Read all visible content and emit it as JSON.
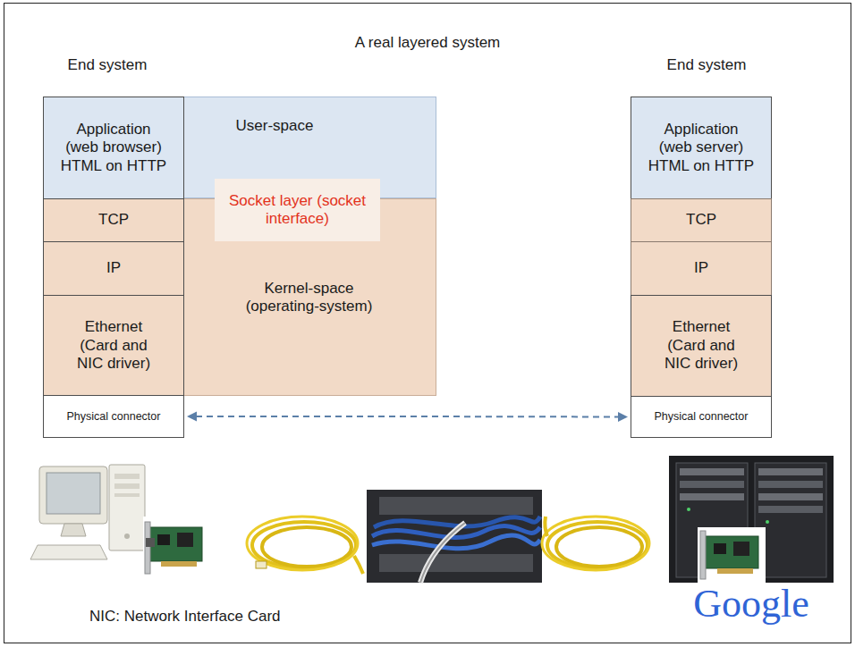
{
  "diagram": {
    "title": "A real layered system",
    "nodes": [
      {
        "text": [
          "User-space"
        ]
      },
      {
        "text": [
          "Application (web browser) HTML on HTTP"
        ],
        "in": 0
      },
      {
        "text": [
          "Kernel-space (operating-system)"
        ]
      },
      {
        "text": [
          "Socket layer (socket interface)"
        ],
        "in": 2
      },
      {
        "text": [
          "TCP"
        ],
        "in": 2
      },
      {
        "text": [
          "IP"
        ],
        "in": 2
      },
      {
        "text": [
          "Ethernet (Card and NIC driver)"
        ],
        "in": 2
      },
      {
        "text": [
          "Physical connector"
        ]
      },
      {
        "text": [
          "Application (web server) HTML on HTTP"
        ]
      },
      {
        "text": [
          "TCP"
        ]
      },
      {
        "text": [
          "IP"
        ]
      },
      {
        "text": [
          "Ethernet (Card and NIC driver)"
        ]
      },
      {
        "text": [
          "Physical connector"
        ]
      }
    ],
    "edges": [
      {
        "from": 7,
        "to": 12,
        "arrow": "both"
      }
    ],
    "labels": [
      "End system",
      "End system",
      "Google",
      "NIC: Network Interface Card"
    ]
  }
}
